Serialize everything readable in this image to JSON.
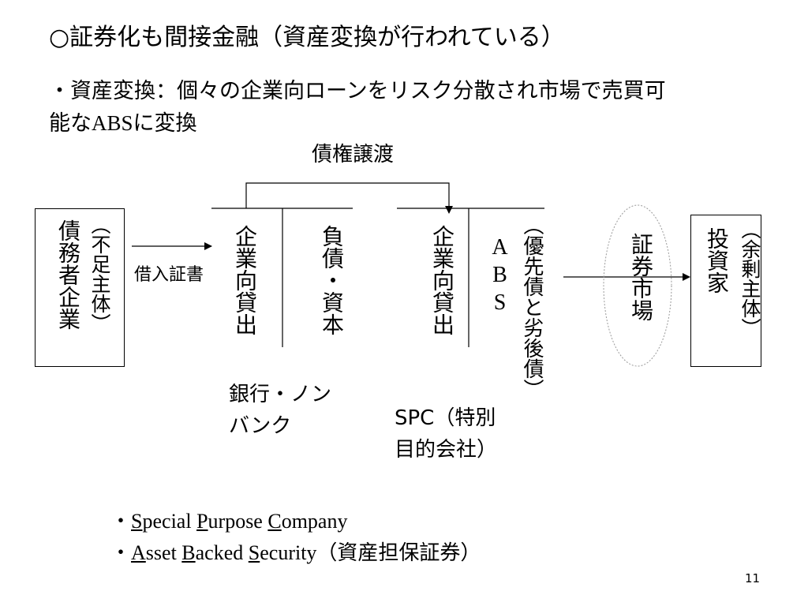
{
  "slide": {
    "title": "○証券化も間接金融（資産変換が行われている）",
    "bullet_line1": "・資産変換：個々の企業向ローンをリスク分散され市場で売買可",
    "bullet_line2_prefix": "能な",
    "bullet_line2_abs": "ABS",
    "bullet_line2_suffix": "に変換",
    "page_number": "11"
  },
  "diagram": {
    "transfer_label": "債権譲渡",
    "debtor_label": "債務者企業",
    "debtor_sub": "（不足主体）",
    "loan_doc_label": "借入証書",
    "bank_asset": "企業向貸出",
    "bank_liability": "負債・資本",
    "bank_name_line1": "銀行・ノン",
    "bank_name_line2": "バンク",
    "spc_asset": "企業向貸出",
    "spc_liability_abs": "ABS",
    "spc_liability_sub": "（優先債と劣後債）",
    "spc_name_line1": "SPC（特別",
    "spc_name_line2": "目的会社）",
    "market_label": "証券市場",
    "investor_label": "投資家",
    "investor_sub": "（余剰主体）"
  },
  "notes": {
    "spc_bullet": "・",
    "spc_s": "S",
    "spc_pecial": "pecial ",
    "spc_p": "P",
    "spc_urpose": "urpose ",
    "spc_c": "C",
    "spc_ompany": "ompany",
    "abs_bullet": "・",
    "abs_a": "A",
    "abs_sset": "sset ",
    "abs_b": "B",
    "abs_acked": "acked ",
    "abs_s": "S",
    "abs_ecurity": "ecurity",
    "abs_jp": "（資産担保証券）"
  }
}
